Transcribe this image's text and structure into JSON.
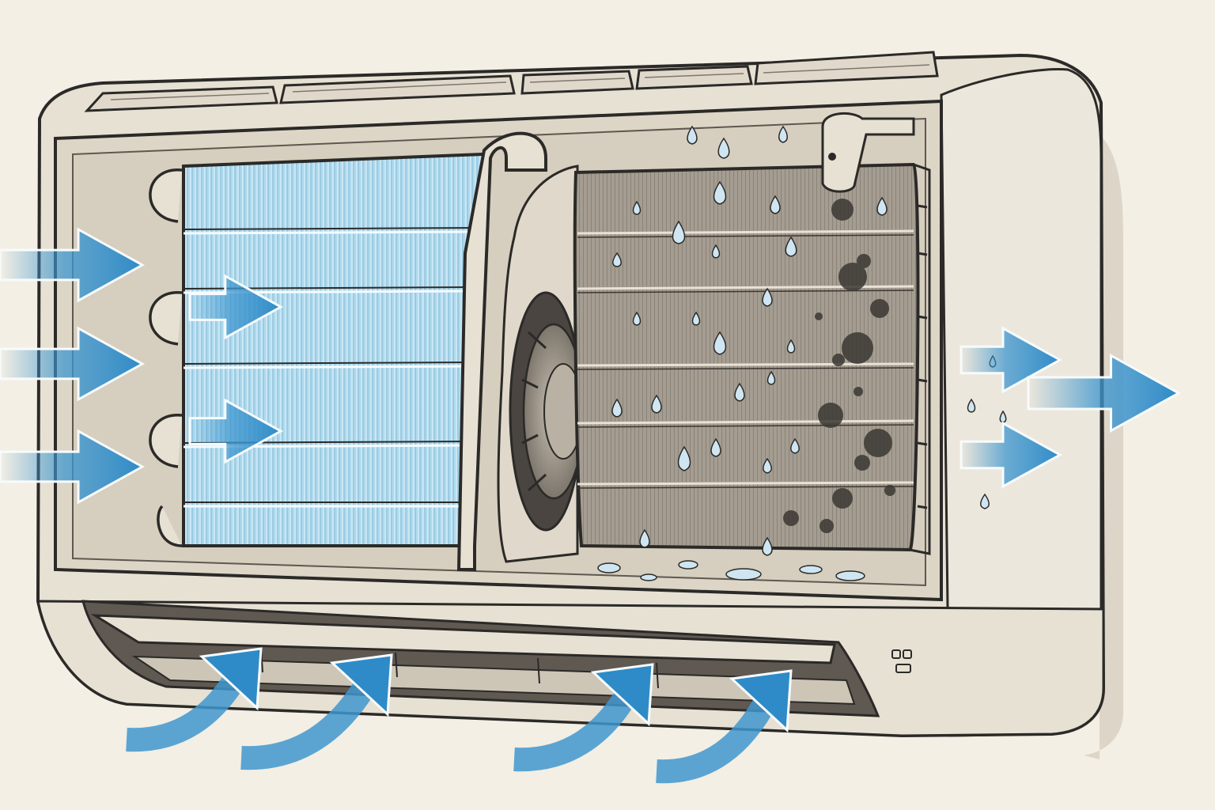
{
  "image": {
    "subject": "split-type-air-conditioner-indoor-unit-cutaway",
    "colors": {
      "background": "#f3efe4",
      "housing": "#e7e1d4",
      "housing_shadow": "#c9c1b1",
      "outline": "#2b2a28",
      "clean_coil": "#b9dff0",
      "clean_coil_lines": "#7bb6d3",
      "dirty_coil": "#a79f93",
      "mold": "#3b3733",
      "airflow": "#3f97cf",
      "water": "#cfe6f2"
    },
    "icons": [
      "left-intake-arrow-icon",
      "through-coil-arrow-icon",
      "right-outlet-arrow-icon",
      "bottom-intake-curved-arrow-icon",
      "water-droplet-icon",
      "mold-spot-icon",
      "blower-fan-icon",
      "indicator-light-icon"
    ]
  },
  "regions": {
    "clean_coil": {
      "state": "clean"
    },
    "dirty_coil": {
      "state": "condensation-and-mold"
    }
  }
}
